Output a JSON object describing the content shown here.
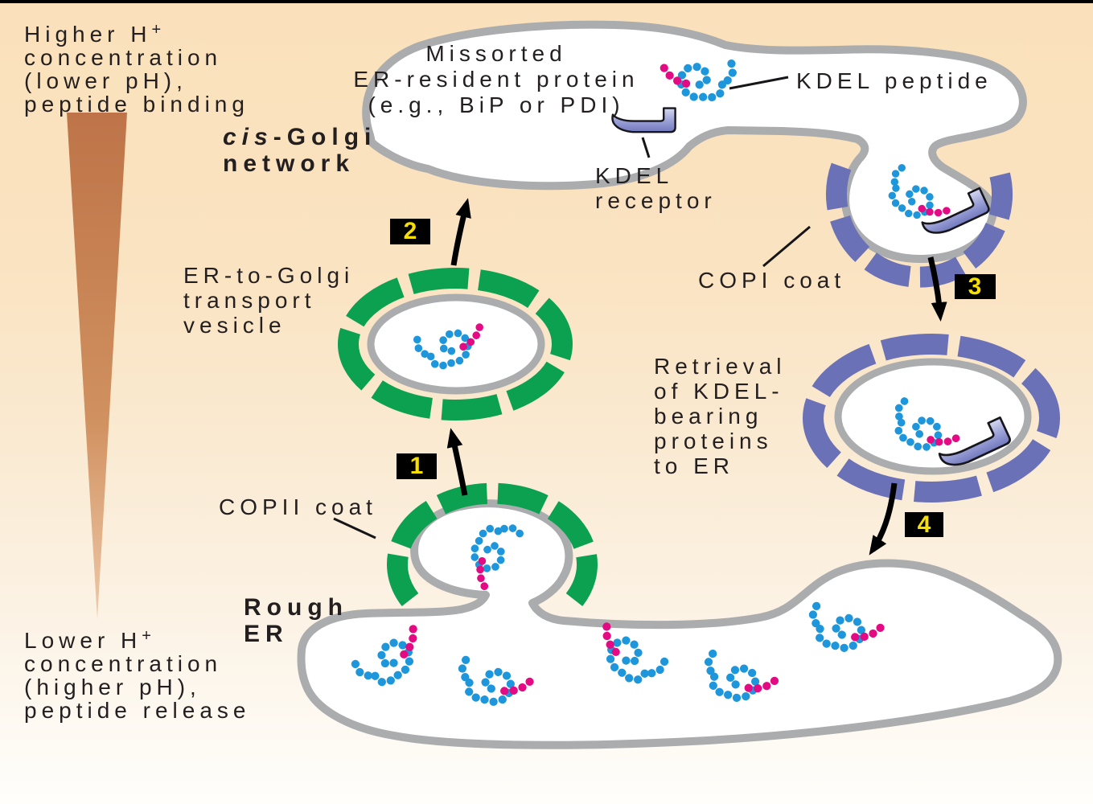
{
  "ph_gradient": {
    "top_label": {
      "line1_main": "Higher H",
      "line1_sup": "+",
      "line2": "concentration",
      "line3": "(lower pH),",
      "line4": "peptide binding"
    },
    "bottom_label": {
      "line1_main": "Lower H",
      "line1_sup": "+",
      "line2": "concentration",
      "line3": "(higher pH),",
      "line4": "peptide release"
    }
  },
  "cis_golgi": {
    "name_italic": "cis",
    "name_rest": "-Golgi",
    "name_line2": "network",
    "missorted_line1": "Missorted",
    "missorted_line2": "ER-resident protein",
    "missorted_line3": "(e.g., BiP or PDI)"
  },
  "labels": {
    "kdel_peptide": "KDEL peptide",
    "kdel_receptor_line1": "KDEL",
    "kdel_receptor_line2": "receptor",
    "copi_coat": "COPI coat",
    "copii_coat": "COPII coat",
    "er_vesicle_line1": "ER-to-Golgi",
    "er_vesicle_line2": "transport",
    "er_vesicle_line3": "vesicle",
    "retrieval_line1": "Retrieval",
    "retrieval_line2": "of KDEL-",
    "retrieval_line3": "bearing",
    "retrieval_line4": "proteins",
    "retrieval_line5": "to ER",
    "rough_er_line1": "Rough",
    "rough_er_line2": "ER"
  },
  "steps": {
    "step1": "1",
    "step2": "2",
    "step3": "3",
    "step4": "4"
  },
  "colors": {
    "background_top": "#FAE2BD",
    "background_bottom": "#FFFEFB",
    "membrane_gray": "#ABACAE",
    "copii_coat_green": "#0BA150",
    "copi_coat_purple": "#6B71B7",
    "protein_blue": "#1E96DB",
    "kdel_peptide_magenta": "#E40A84",
    "kdel_receptor_purple": "#8A90CB",
    "step_badge_background": "#000000",
    "step_badge_number": "#F6DE00",
    "text": "#231F20",
    "ph_triangle_top": "#BE7448",
    "ph_triangle_tip": "#EFC9A9"
  }
}
